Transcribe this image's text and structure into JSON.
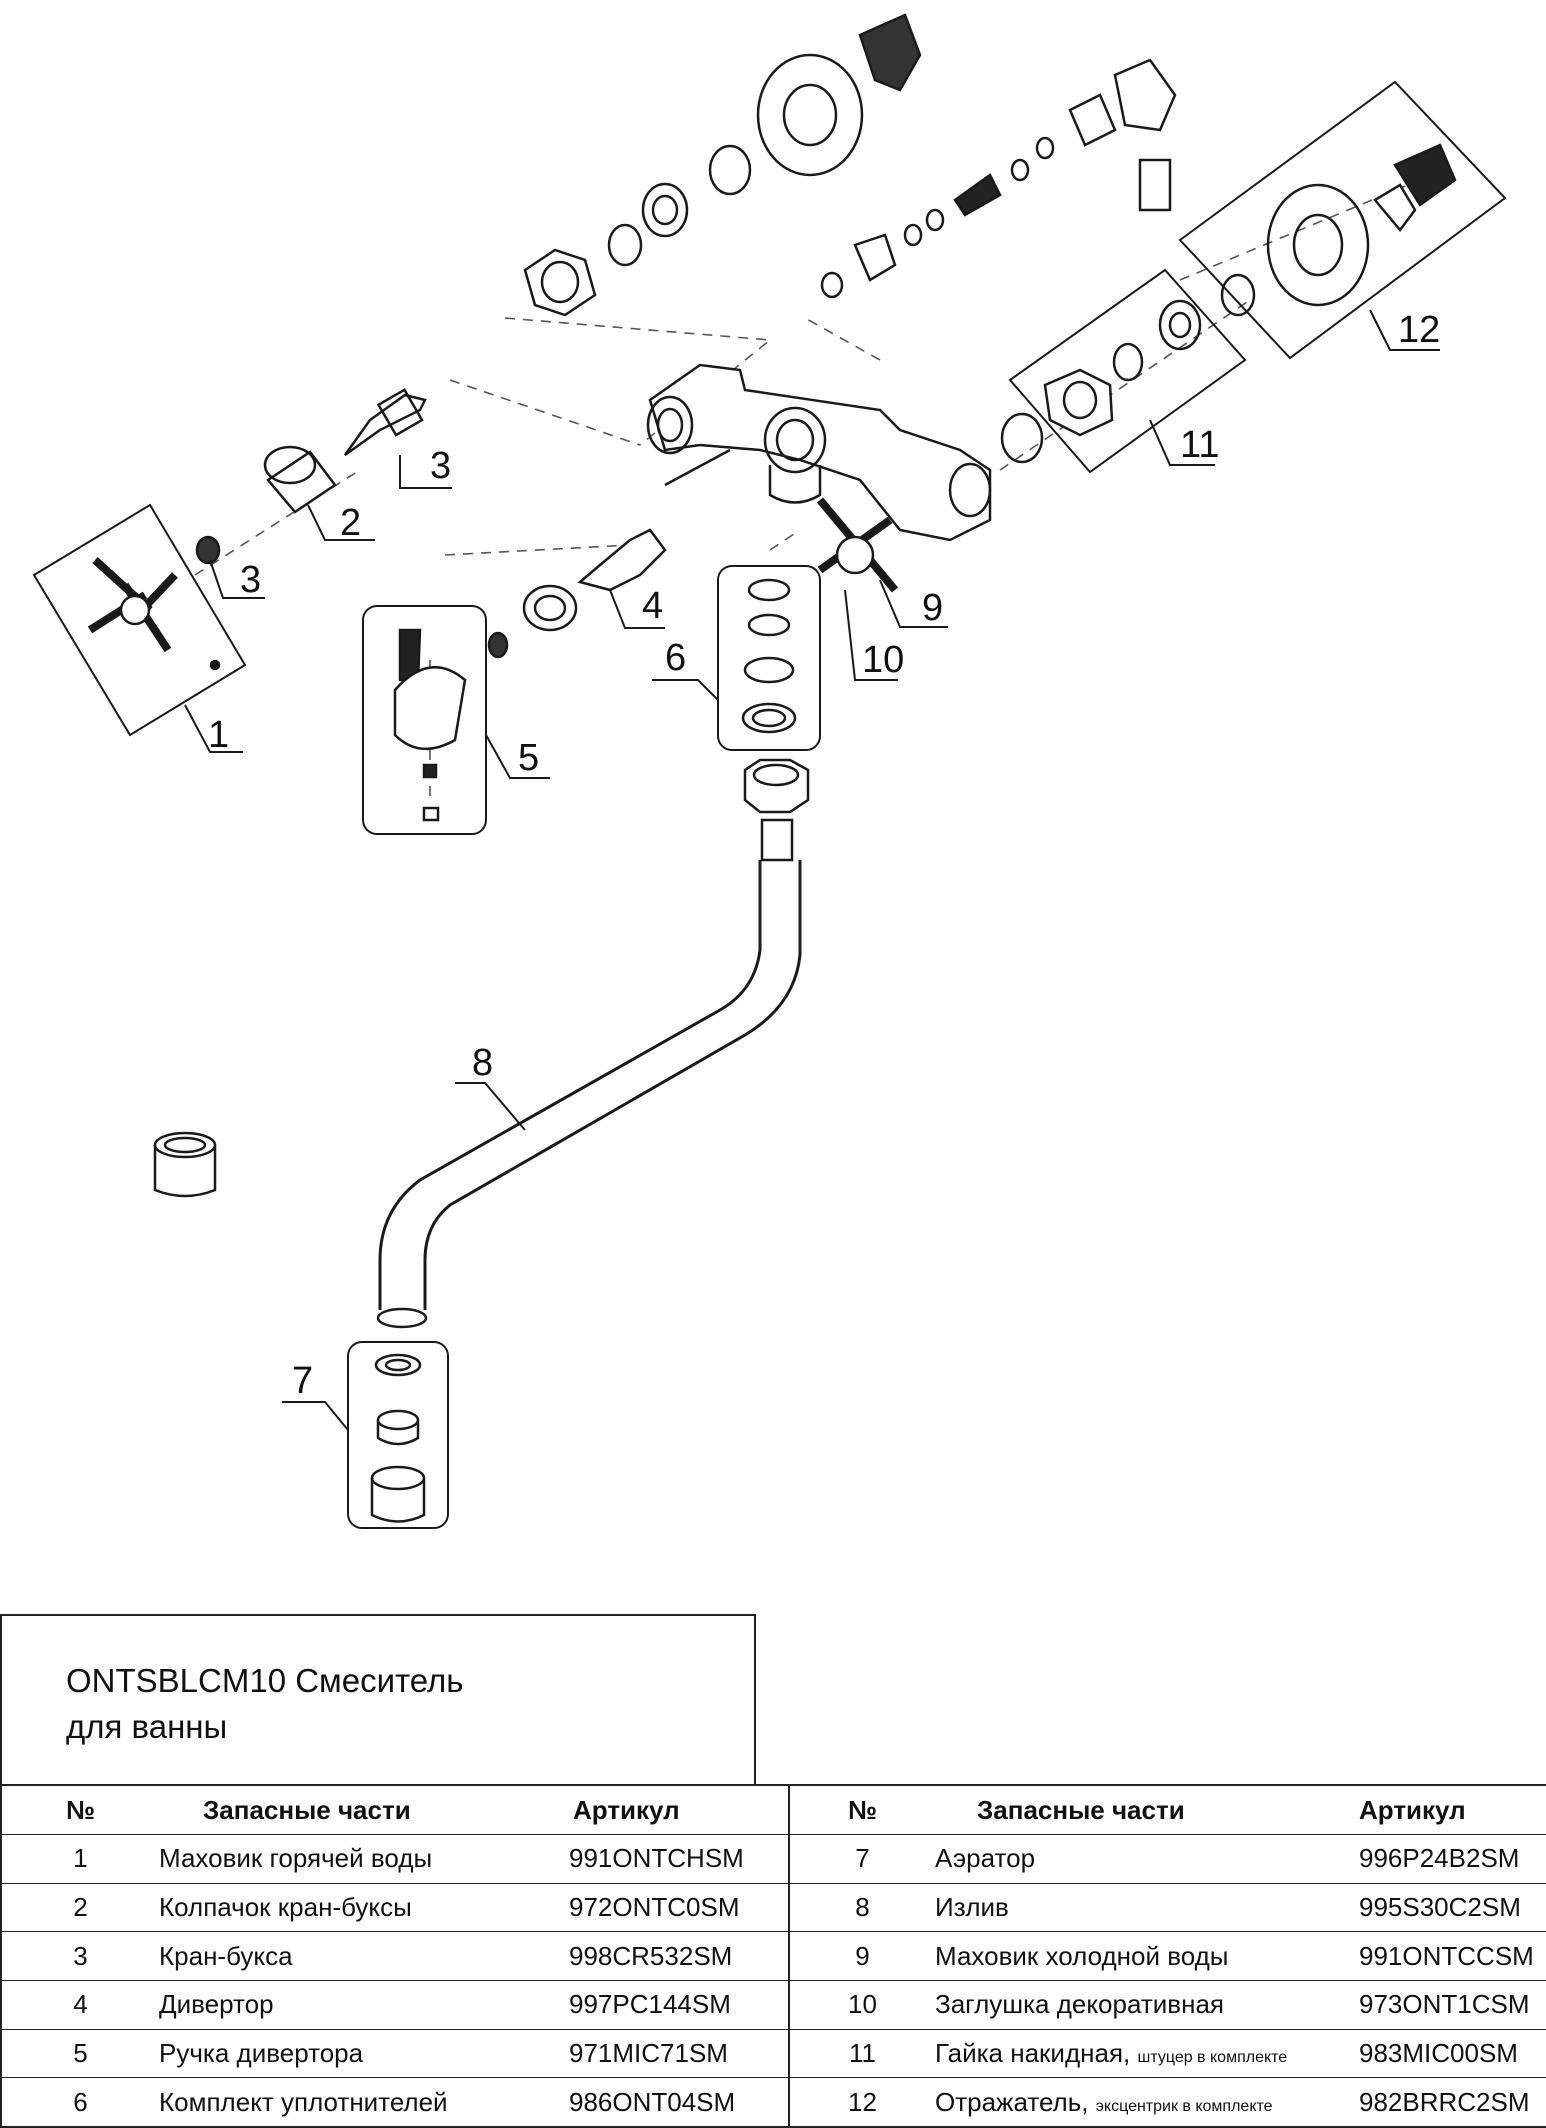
{
  "title": {
    "line1": "ONTSBLCM10 Смеситель",
    "line2": "для ванны"
  },
  "callouts": [
    "1",
    "2",
    "3",
    "3",
    "4",
    "5",
    "6",
    "7",
    "8",
    "9",
    "10",
    "11",
    "12"
  ],
  "table": {
    "headers": {
      "no": "№",
      "part": "Запасные части",
      "article": "Артикул"
    },
    "left": [
      {
        "no": "1",
        "name": "Маховик горячей воды",
        "note": "",
        "article": "991ONTCHSM"
      },
      {
        "no": "2",
        "name": "Колпачок кран-буксы",
        "note": "",
        "article": "972ONTC0SM"
      },
      {
        "no": "3",
        "name": "Кран-букса",
        "note": "",
        "article": "998CR532SM"
      },
      {
        "no": "4",
        "name": "Дивертор",
        "note": "",
        "article": "997PC144SM"
      },
      {
        "no": "5",
        "name": "Ручка дивертора",
        "note": "",
        "article": "971MIC71SM"
      },
      {
        "no": "6",
        "name": "Комплект уплотнителей",
        "note": "",
        "article": "986ONT04SM"
      }
    ],
    "right": [
      {
        "no": "7",
        "name": "Аэратор",
        "note": "",
        "article": "996P24B2SM"
      },
      {
        "no": "8",
        "name": "Излив",
        "note": "",
        "article": "995S30C2SM"
      },
      {
        "no": "9",
        "name": "Маховик холодной воды",
        "note": "",
        "article": "991ONTCCSM"
      },
      {
        "no": "10",
        "name": "Заглушка декоративная",
        "note": "",
        "article": "973ONT1CSM"
      },
      {
        "no": "11",
        "name": "Гайка накидная,",
        "note": "штуцер в комплекте",
        "article": "983MIC00SM"
      },
      {
        "no": "12",
        "name": "Отражатель,",
        "note": "эксцентрик в комплекте",
        "article": "982BRRC2SM"
      }
    ]
  }
}
